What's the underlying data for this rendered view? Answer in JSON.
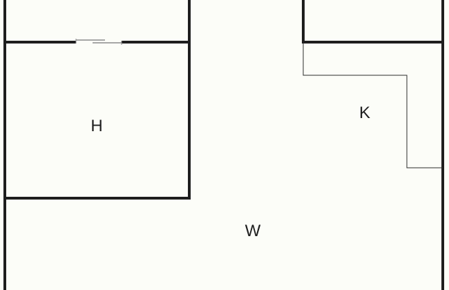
{
  "floorplan": {
    "rooms": [
      {
        "id": "room-h",
        "label": "H"
      },
      {
        "id": "room-k",
        "label": "K"
      },
      {
        "id": "room-w",
        "label": "W"
      }
    ]
  },
  "colors": {
    "background": "#fcfdf8",
    "wall": "#1e1e1e",
    "thin_line": "#2a2a2a",
    "door_panel": "#8a8a8a"
  }
}
